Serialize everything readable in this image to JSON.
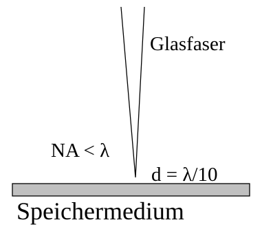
{
  "diagram": {
    "fiber_label": "Glasfaser",
    "aperture_label": "NA < λ",
    "distance_label": "d = λ/10",
    "medium_label": "Speichermedium"
  },
  "colors": {
    "stroke": "#000000",
    "medium_fill": "#c0c0c0",
    "background": "#ffffff"
  }
}
